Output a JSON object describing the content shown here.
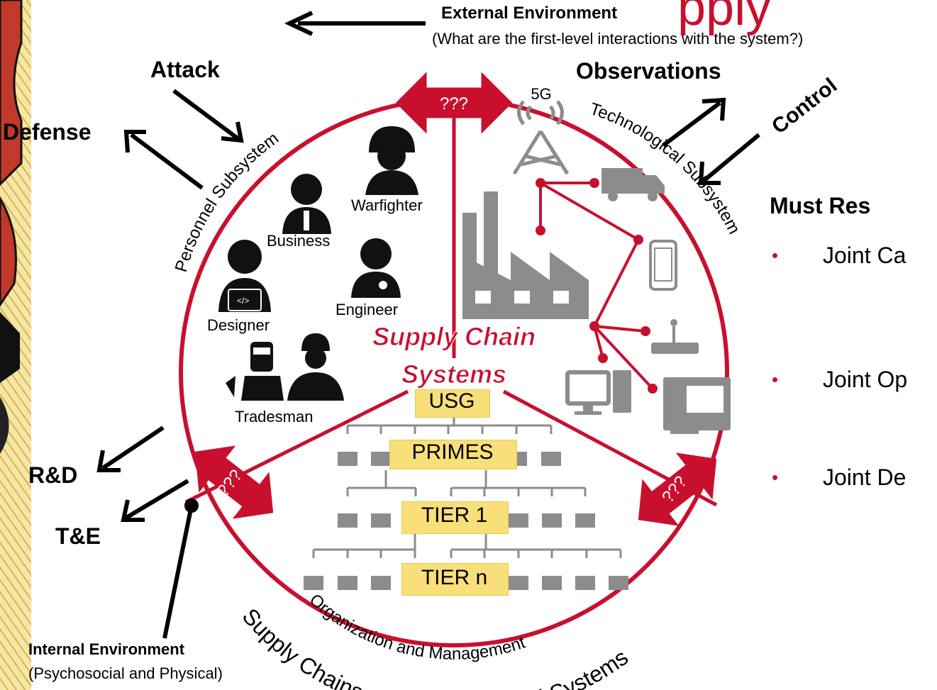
{
  "title_fragment": "pply",
  "external_environment": {
    "title": "External Environment",
    "question": "(What are the first-level interactions with the system?)"
  },
  "arrow_labels": {
    "attack": "Attack",
    "defense": "Defense",
    "observations": "Observations",
    "control": "Control",
    "rnd": "R&D",
    "tne": "T&E"
  },
  "ring_labels": {
    "personnel": "Personnel Subsystem",
    "technological": "Technological Subsystem",
    "organization": "Organization and Management",
    "sociotechnical": "Supply Chains are Sociotechnical Systems"
  },
  "unknown_markers": [
    "???",
    "???",
    "???"
  ],
  "signal_label": "5G",
  "personnel": [
    "Warfighter",
    "Business",
    "Engineer",
    "Designer",
    "Tradesman"
  ],
  "center_title": [
    "Supply Chain",
    "Systems"
  ],
  "hierarchy": [
    "USG",
    "PRIMES",
    "TIER 1",
    "TIER n"
  ],
  "internal_environment": {
    "title": "Internal Environment",
    "subtitle": "(Psychosocial and Physical)"
  },
  "requirements": {
    "heading": "Must Res",
    "items": [
      "Joint Ca",
      "Joint Op",
      "Joint De"
    ]
  },
  "colors": {
    "accent": "#c8102e",
    "icon_gray": "#8c8c8c",
    "highlight": "#f8df7a"
  }
}
